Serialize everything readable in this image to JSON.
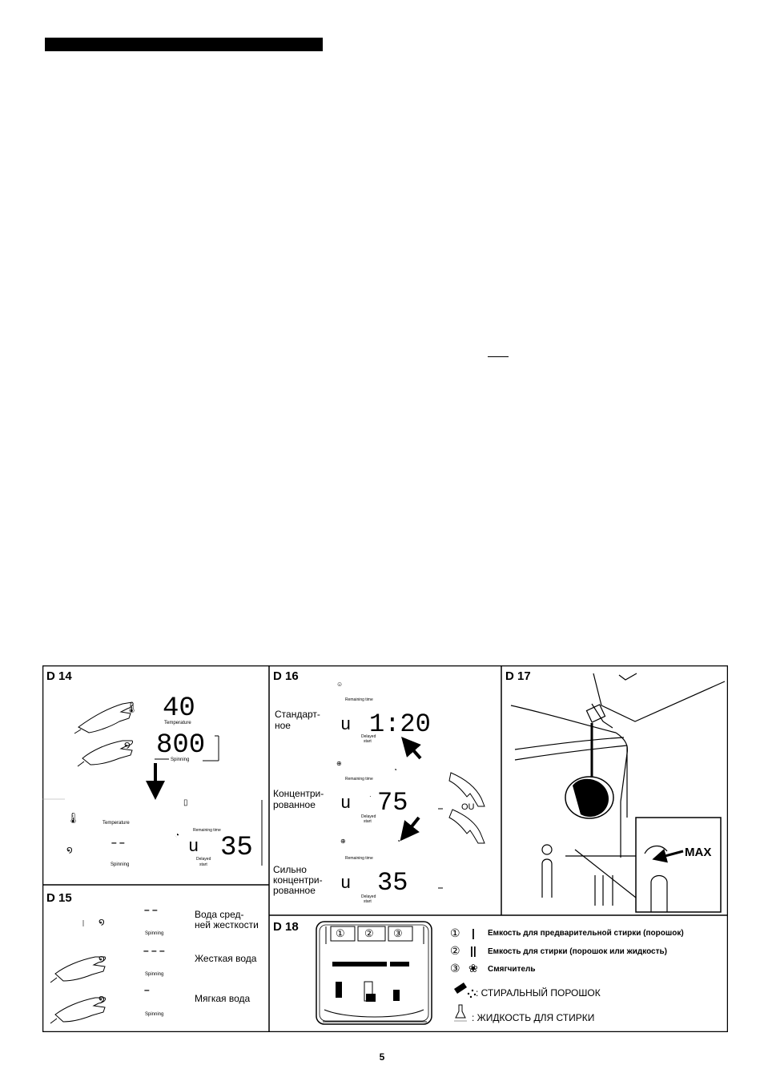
{
  "page_number": "5",
  "d14": {
    "label": "D 14",
    "temp_value": "40",
    "temp_label": "Temperature",
    "spin_value": "800",
    "spin_label": "Spinning",
    "temp_label_2": "Temperature",
    "spin_dashes": "– –",
    "spin_label_2": "Spinning",
    "remaining_label": "Remaining time",
    "display_value": "35",
    "delayed_label": "Delayed",
    "start_label": "start"
  },
  "d15": {
    "label": "D 15",
    "rows": [
      {
        "dashes": "– –",
        "spin_label": "Spinning",
        "desc_1": "Вода сред-",
        "desc_2": "ней жесткости"
      },
      {
        "dashes": "– – –",
        "spin_label": "Spinning",
        "desc_1": "Жесткая вода",
        "desc_2": ""
      },
      {
        "dashes": "–",
        "spin_label": "Spinning",
        "desc_1": "Мягкая вода",
        "desc_2": ""
      }
    ]
  },
  "d16": {
    "label": "D 16",
    "rows": [
      {
        "name_1": "Стандарт-",
        "name_2": "ное",
        "name_3": "",
        "value": "1:20",
        "remaining": "Remaining time",
        "delayed": "Delayed",
        "start": "start"
      },
      {
        "name_1": "Концентри-",
        "name_2": "рованное",
        "name_3": "",
        "value": "75",
        "remaining": "Remaining time",
        "delayed": "Delayed",
        "start": "start"
      },
      {
        "name_1": "Сильно",
        "name_2": "концентри-",
        "name_3": "рованное",
        "value": "35",
        "remaining": "Remaining time",
        "delayed": "Delayed",
        "start": "start"
      }
    ],
    "ou_label": "OU"
  },
  "d17": {
    "label": "D 17",
    "max_label": "MAX"
  },
  "d18": {
    "label": "D 18",
    "compartments": [
      "①",
      "②",
      "③"
    ],
    "legend": [
      {
        "num": "①",
        "mark": "|",
        "text": "Емкость для предварительной стирки (порошок)"
      },
      {
        "num": "②",
        "mark": "||",
        "text": "Емкость для стирки (порошок или жидкость)"
      },
      {
        "num": "③",
        "mark": "❀",
        "text": "Смягчитель"
      }
    ],
    "powder_text": ": СТИРАЛЬНЫЙ ПОРОШОК",
    "liquid_text": ": ЖИДКОСТЬ ДЛЯ СТИРКИ"
  }
}
